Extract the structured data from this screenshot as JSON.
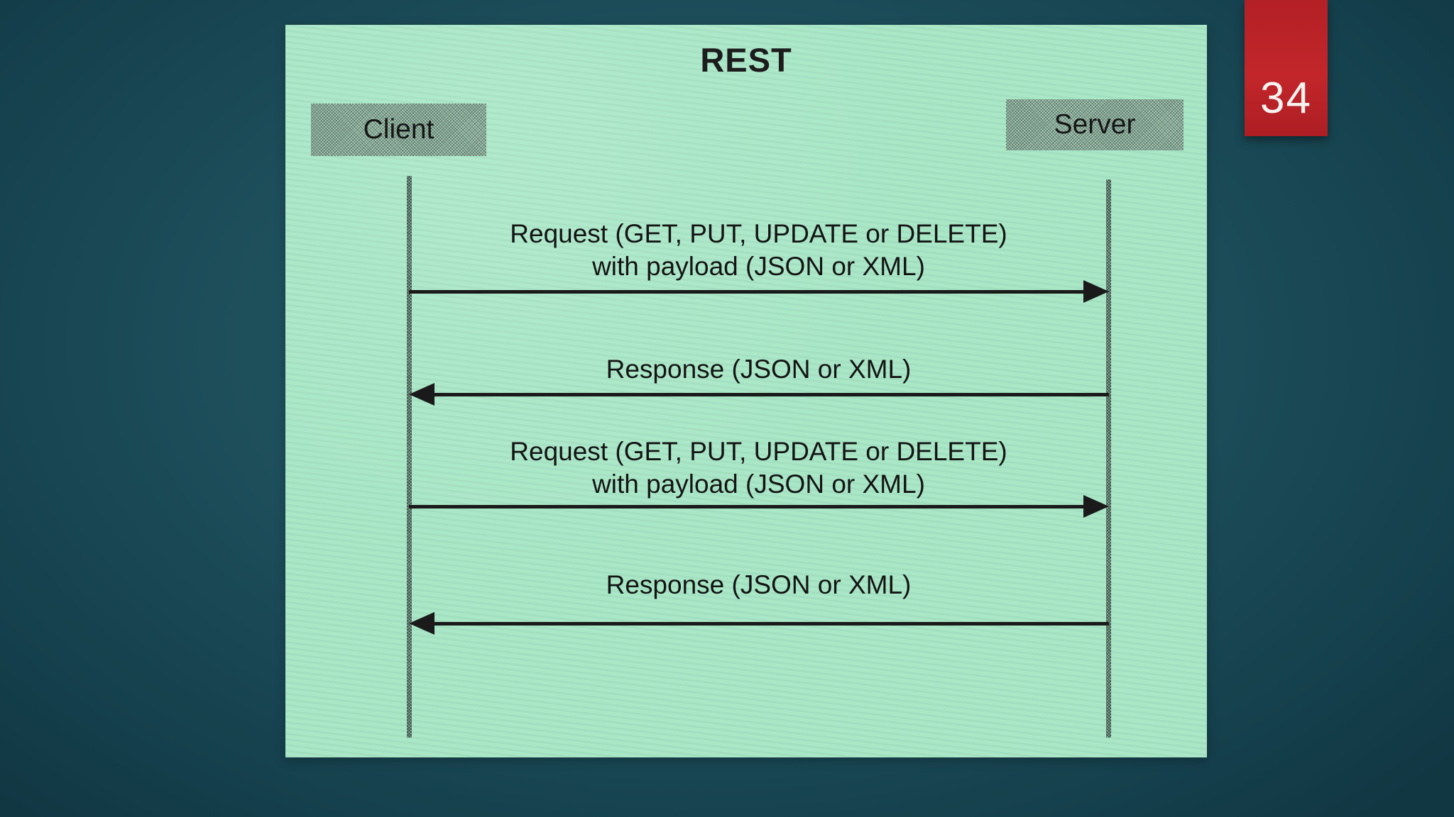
{
  "page": {
    "number": "34"
  },
  "diagram": {
    "title": "REST",
    "actors": {
      "client": "Client",
      "server": "Server"
    },
    "messages": [
      {
        "from": "client",
        "to": "server",
        "direction": "right",
        "line1": "Request (GET, PUT, UPDATE or DELETE)",
        "line2": "with payload (JSON or XML)"
      },
      {
        "from": "server",
        "to": "client",
        "direction": "left",
        "line1": "Response (JSON or XML)"
      },
      {
        "from": "client",
        "to": "server",
        "direction": "right",
        "line1": "Request (GET, PUT, UPDATE or DELETE)",
        "line2": "with payload (JSON or XML)"
      },
      {
        "from": "server",
        "to": "client",
        "direction": "left",
        "line1": "Response (JSON or XML)"
      }
    ]
  },
  "colors": {
    "badge_red": "#b92127",
    "panel_green": "#a9e7c7",
    "ink_black": "#1a1a1a",
    "background_teal_center": "#265f69",
    "background_teal_edge": "#113743"
  }
}
